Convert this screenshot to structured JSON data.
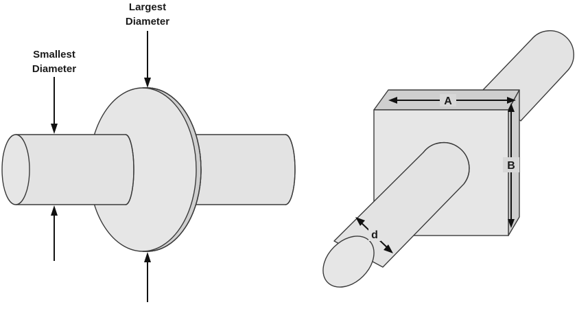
{
  "left_figure": {
    "smallest_label_line1": "Smallest",
    "smallest_label_line2": "Diameter",
    "largest_label_line1": "Largest",
    "largest_label_line2": "Diameter"
  },
  "right_figure": {
    "label_a": "A",
    "label_b": "B",
    "label_d": "d"
  },
  "colors": {
    "fill": "#e3e3e3",
    "stroke": "#3a3a3a",
    "arrow": "#111111",
    "text": "#1a1a1a"
  }
}
